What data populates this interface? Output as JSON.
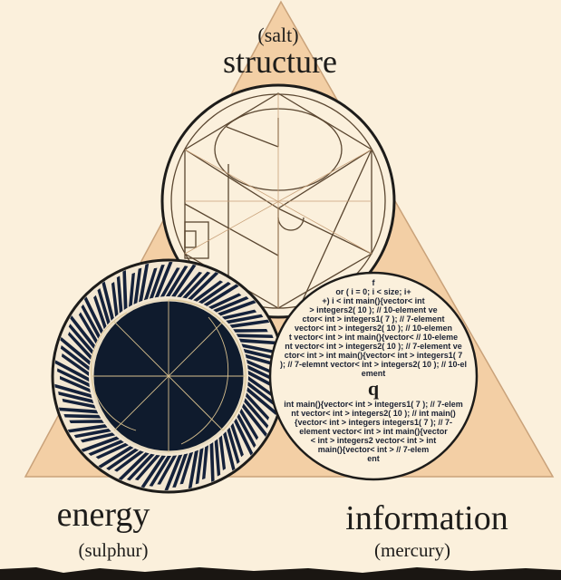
{
  "labels": {
    "top_sub": "(salt)",
    "top": "structure",
    "left": "energy",
    "left_sub": "(sulphur)",
    "right": "information",
    "right_sub": "(mercury)"
  },
  "code_rings": [
    "for ( i = 0; i < size; i++) i < int main(){vector< int > integers2( 10 ); // 10-element vector< int > integers1( 7 ); // 7-element vector< int > integers2( 10 ); // 10-element vector< int > int main(){vector<",
    "// 10-element vector< int > integers2( 10 ); // 7-element vector< int > int main(){vector< int > integers1( 7 ); // 7-elemnt vector< int > integers2( 10 ); // 10-element",
    "int main(){vector< int > integers1( 7 ); // 7-elemnt vector< int > integers2( 10 ); // int main(){vector< int > integers",
    "integers1( 7 ); // 7-element vector< int > int main(){vector< int > integers2",
    "vector< int > int main(){vector< int > // 7-element"
  ],
  "center_glyph": "q",
  "colors": {
    "background": "#fbf0dc",
    "triangle": "#f3cfa5",
    "ink": "#1d1c1a",
    "dark_disk": "#0f1b2d"
  }
}
